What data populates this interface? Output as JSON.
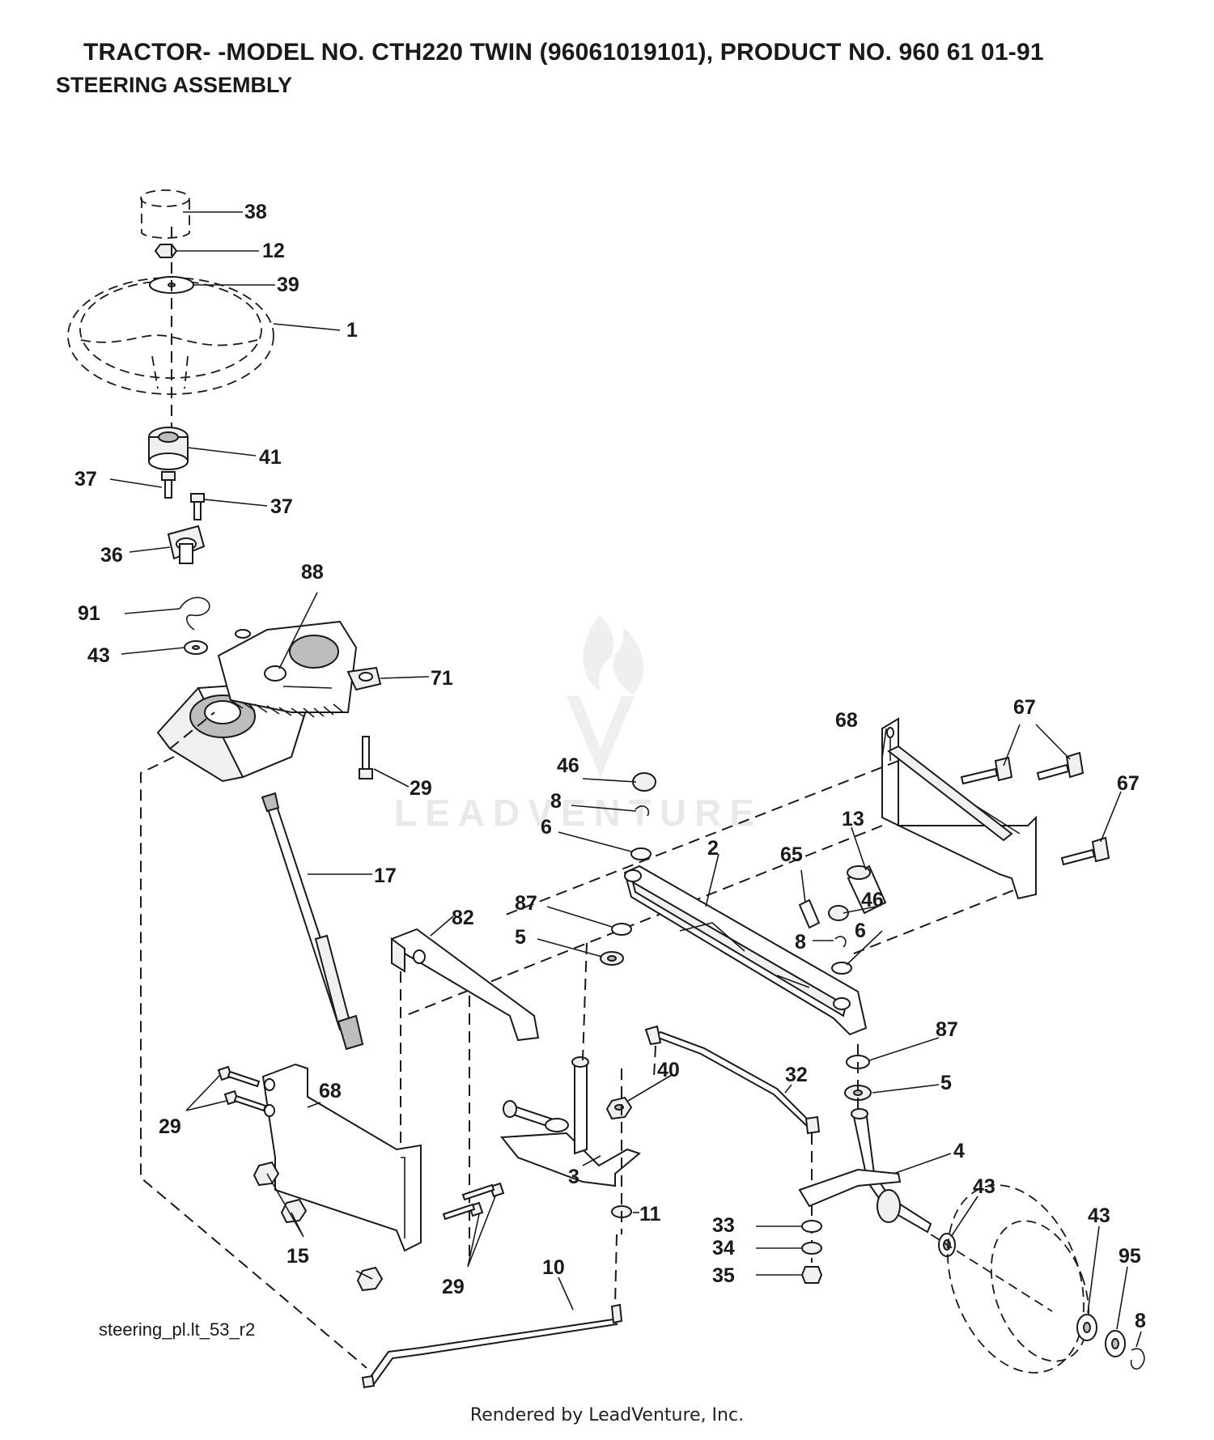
{
  "header": {
    "title": "TRACTOR- -MODEL NO. CTH220 TWIN (96061019101), PRODUCT NO. 960 61 01-91",
    "subtitle": "STEERING ASSEMBLY"
  },
  "diagram": {
    "file_name": "steering_pl.lt_53_r2",
    "watermark": "LEADVENTURE",
    "callouts": [
      "38",
      "12",
      "39",
      "1",
      "41",
      "37",
      "37",
      "36",
      "91",
      "43",
      "88",
      "71",
      "29",
      "17",
      "46",
      "8",
      "6",
      "2",
      "13",
      "65",
      "68",
      "67",
      "67",
      "87",
      "5",
      "82",
      "46",
      "8",
      "6",
      "87",
      "5",
      "40",
      "32",
      "68",
      "29",
      "3",
      "11",
      "4",
      "43",
      "33",
      "34",
      "35",
      "15",
      "29",
      "10",
      "43",
      "95",
      "8"
    ]
  },
  "footer": {
    "rendered_by": "Rendered by LeadVenture, Inc."
  }
}
